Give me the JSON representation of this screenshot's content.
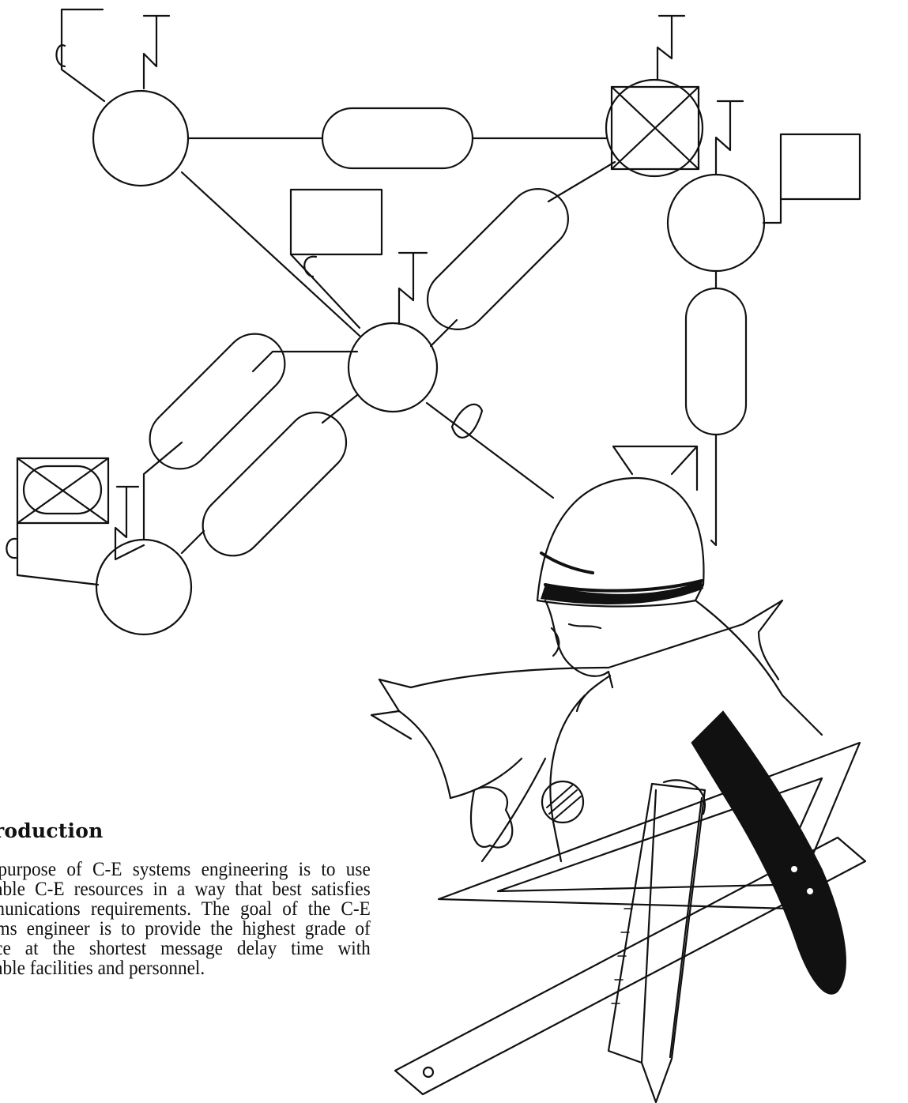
{
  "illustration": {
    "description_icon": "network-diagram-and-engineer-illustration"
  },
  "section": {
    "heading": "Introduction",
    "paragraph": "The purpose of C-E systems engineering is to use available C-E resources in a way that best satisfies communications requirements. The goal of the C-E systems engineer is to provide the highest grade of service at the shortest message delay time with available facilities and personnel.",
    "visible_heading": "oduction",
    "visible_lines": [
      "rpose of C-E systems engineering",
      "e available C-E resources in a way",
      "   satisfies   communications",
      "nts. The goal of the C-E systems",
      " to provide the highest grade of",
      ". the shortest message delay time",
      "ble facilities and personnel."
    ]
  }
}
